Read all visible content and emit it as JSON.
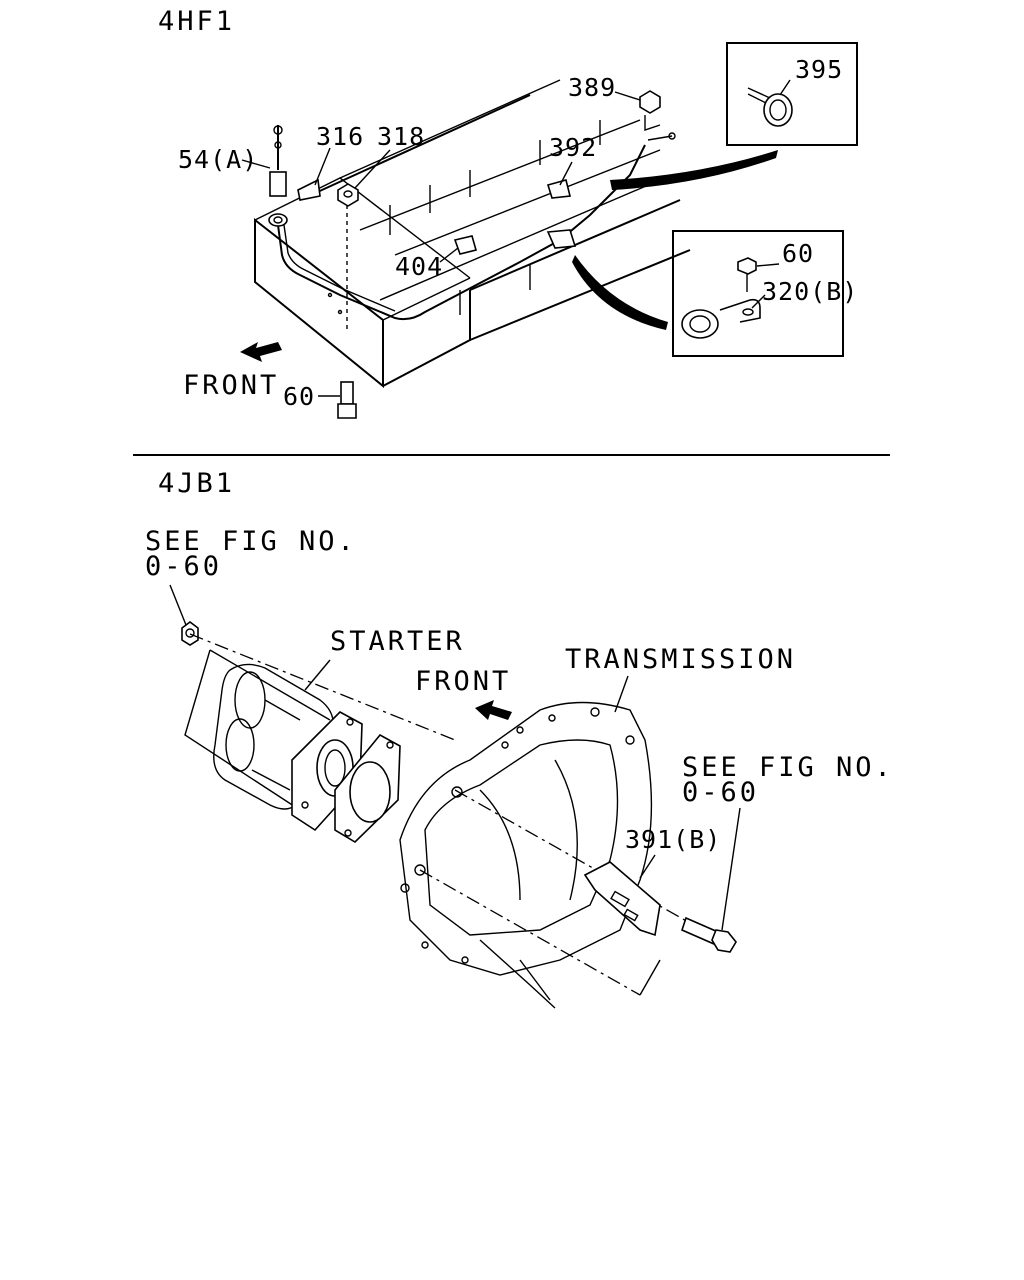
{
  "sections": {
    "top": {
      "engine_code": "4HF1",
      "front_label": "FRONT",
      "callouts": {
        "c54a": "54(A)",
        "c316": "316",
        "c318": "318",
        "c389": "389",
        "c392": "392",
        "c404": "404",
        "c395": "395",
        "c60_inset": "60",
        "c320b": "320(B)",
        "c60_bottom": "60"
      }
    },
    "bottom": {
      "engine_code": "4JB1",
      "front_label": "FRONT",
      "see_fig_left_line1": "SEE FIG NO.",
      "see_fig_left_line2": "0-60",
      "see_fig_right_line1": "SEE FIG NO.",
      "see_fig_right_line2": "0-60",
      "starter_label": "STARTER",
      "transmission_label": "TRANSMISSION",
      "c391b": "391(B)"
    }
  }
}
